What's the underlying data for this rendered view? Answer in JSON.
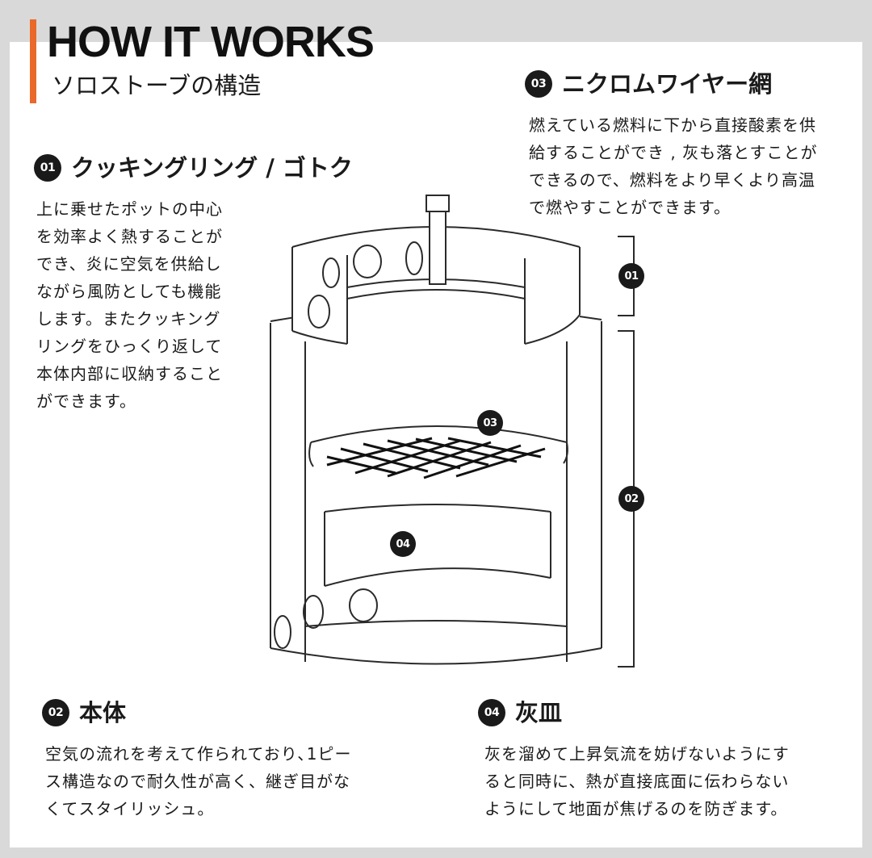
{
  "header": {
    "title": "HOW IT WORKS",
    "subtitle": "ソロストーブの構造",
    "accent_color": "#e8692a"
  },
  "sections": [
    {
      "number": "01",
      "title": "クッキングリング / ゴトク",
      "body": "上に乗せたポットの中心\nを効率よく熱することが\nでき、炎に空気を供給し\nながら風防としても機能\nします。またクッキング\nリングをひっくり返して\n本体内部に収納すること\nができます。"
    },
    {
      "number": "02",
      "title": "本体",
      "body": "空気の流れを考えて作られており､1ピー\nス構造なので耐久性が高く、継ぎ目がな\nくてスタイリッシュ。"
    },
    {
      "number": "03",
      "title": "ニクロムワイヤー網",
      "body": "燃えている燃料に下から直接酸素を供\n給することができ , 灰も落とすことが\nできるので、燃料をより早くより高温\nで燃やすことができます。"
    },
    {
      "number": "04",
      "title": "灰皿",
      "body": "灰を溜めて上昇気流を妨げないようにす\nると同時に、熱が直接底面に伝わらない\nようにして地面が焦げるのを防ぎます。"
    }
  ],
  "diagram": {
    "markers": {
      "ring": "01",
      "body": "02",
      "grate": "03",
      "ash_pan": "04"
    }
  }
}
